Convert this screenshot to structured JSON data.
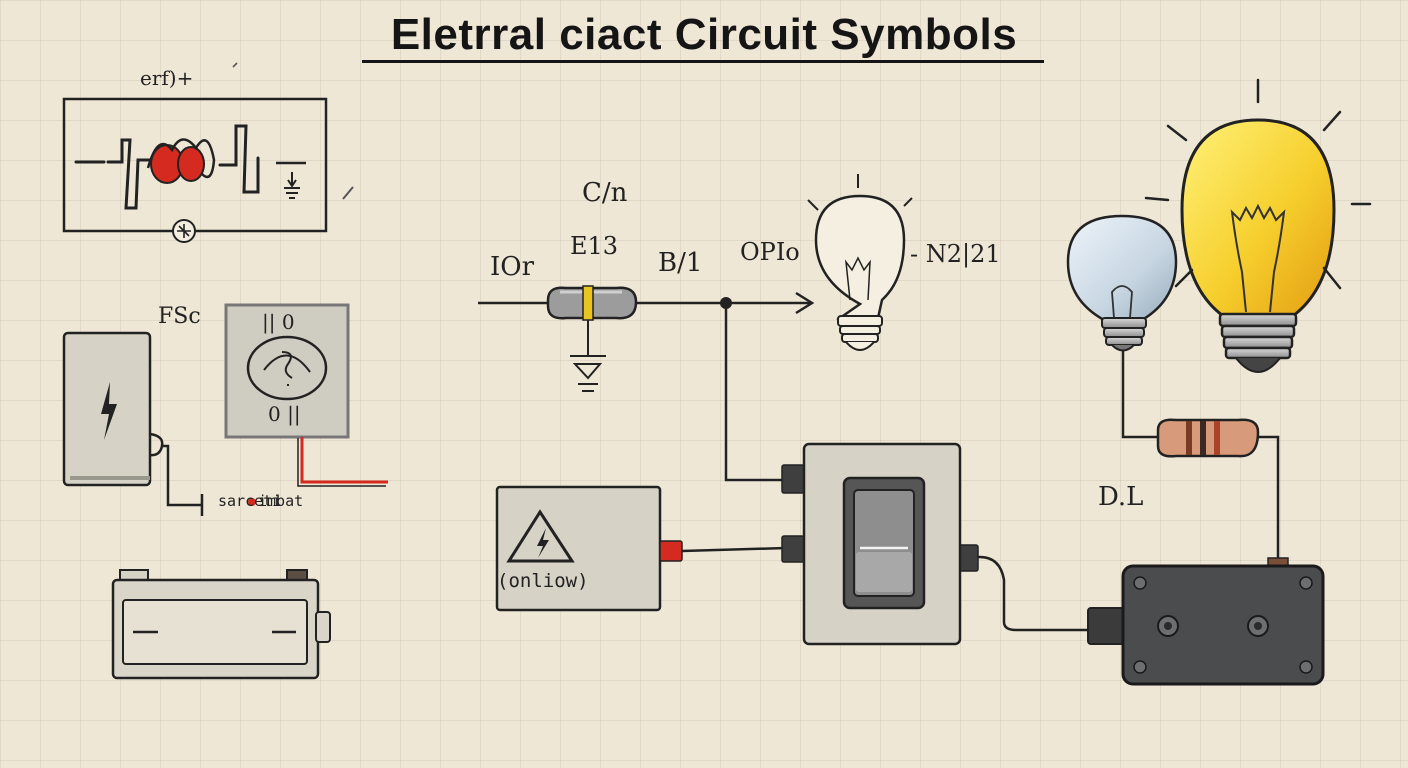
{
  "title": "Eletrral ciact Circuit Symbols",
  "labels": {
    "erf": "erf)+",
    "fsc": "FSc",
    "sarceti": "sarceti",
    "imbat": "imbat",
    "cin": "C/n",
    "ei3": "E13",
    "ior": "IOr",
    "bi1": "B/1",
    "opio": "OPIo",
    "n2": "- N2|21",
    "dl": "D.L",
    "onlow": "(onliow)",
    "zeros_top": "|| 0",
    "zeros_bottom": "0 ||"
  },
  "colors": {
    "paper": "#efe7d6",
    "ink": "#1e1e1e",
    "panel_gray": "#d7d3c6",
    "dark_box": "#4b4c4e",
    "red_wire": "#d42a1f",
    "bulb_yellow": "#f6cf2d",
    "bulb_blue": "#c7d6e2",
    "resistor_band": "#c15a3a"
  }
}
